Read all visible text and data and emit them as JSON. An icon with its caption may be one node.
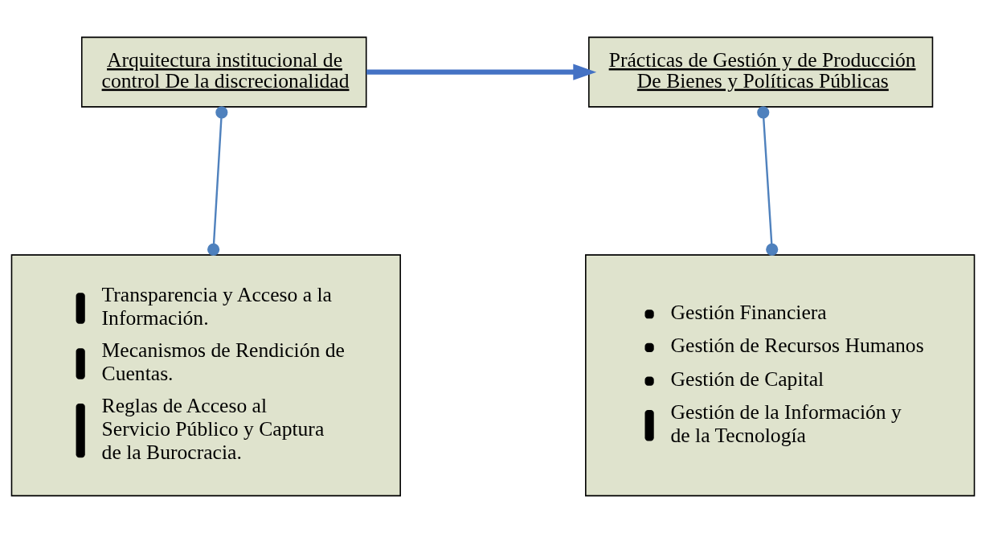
{
  "diagram": {
    "nodes": [
      {
        "text": [
          "Arquitectura institucional de control De la discrecionalidad"
        ]
      },
      {
        "text": [
          "Prácticas de Gestión y de Producción De Bienes y Políticas Públicas"
        ]
      },
      {
        "text": [
          "Transparencia y Acceso a la Información.",
          "Mecanismos de Rendición de Cuentas.",
          "Reglas de Acceso al Servicio Público y Captura de la Burocracia."
        ]
      },
      {
        "text": [
          "Gestión Financiera",
          "Gestión de Recursos Humanos",
          "Gestión de Capital",
          "Gestión de la Información y de la Tecnología"
        ]
      }
    ],
    "edges": [
      {
        "from": 0,
        "to": 1,
        "arrow": "to",
        "style": "thick"
      },
      {
        "from": 0,
        "to": 2,
        "arrow": "other"
      },
      {
        "from": 1,
        "to": 3,
        "arrow": "other"
      }
    ]
  }
}
